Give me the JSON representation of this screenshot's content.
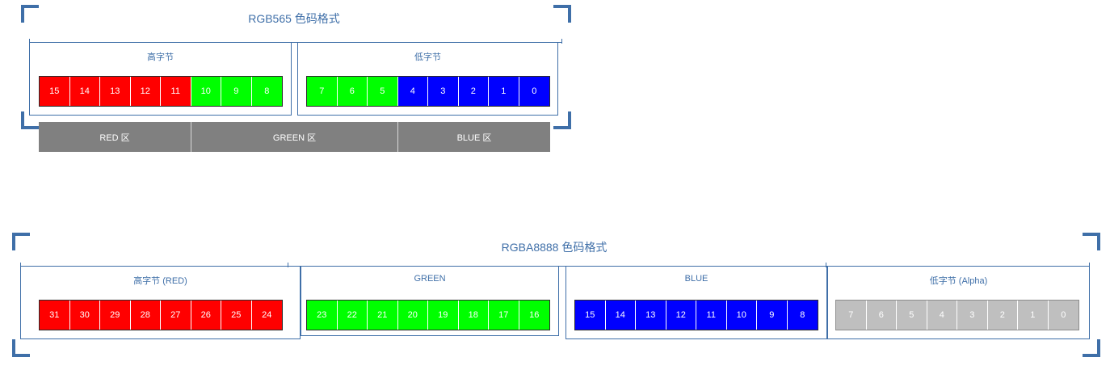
{
  "colors": {
    "red": "#ff0000",
    "green": "#00ff00",
    "blue": "#0000ff",
    "gray": "#bfbfbf",
    "region": "#808080",
    "frame": "#3f6fa8"
  },
  "rgb565": {
    "title": "RGB565 色码格式",
    "high": {
      "label": "高字节",
      "bits": [
        {
          "n": "15",
          "c": "red"
        },
        {
          "n": "14",
          "c": "red"
        },
        {
          "n": "13",
          "c": "red"
        },
        {
          "n": "12",
          "c": "red"
        },
        {
          "n": "11",
          "c": "red"
        },
        {
          "n": "10",
          "c": "green"
        },
        {
          "n": "9",
          "c": "green"
        },
        {
          "n": "8",
          "c": "green"
        }
      ]
    },
    "low": {
      "label": "低字节",
      "bits": [
        {
          "n": "7",
          "c": "green"
        },
        {
          "n": "6",
          "c": "green"
        },
        {
          "n": "5",
          "c": "green"
        },
        {
          "n": "4",
          "c": "blue"
        },
        {
          "n": "3",
          "c": "blue"
        },
        {
          "n": "2",
          "c": "blue"
        },
        {
          "n": "1",
          "c": "blue"
        },
        {
          "n": "0",
          "c": "blue"
        }
      ]
    },
    "regions": {
      "red": "RED 区",
      "green": "GREEN 区",
      "blue": "BLUE 区"
    }
  },
  "rgba8888": {
    "title": "RGBA8888 色码格式",
    "groups": [
      {
        "label": "高字节 (RED)",
        "color": "red",
        "bits": [
          "31",
          "30",
          "29",
          "28",
          "27",
          "26",
          "25",
          "24"
        ]
      },
      {
        "label": "GREEN",
        "color": "green",
        "bits": [
          "23",
          "22",
          "21",
          "20",
          "19",
          "18",
          "17",
          "16"
        ]
      },
      {
        "label": "BLUE",
        "color": "blue",
        "bits": [
          "15",
          "14",
          "13",
          "12",
          "11",
          "10",
          "9",
          "8"
        ]
      },
      {
        "label": "低字节 (Alpha)",
        "color": "gray",
        "bits": [
          "7",
          "6",
          "5",
          "4",
          "3",
          "2",
          "1",
          "0"
        ]
      }
    ]
  }
}
